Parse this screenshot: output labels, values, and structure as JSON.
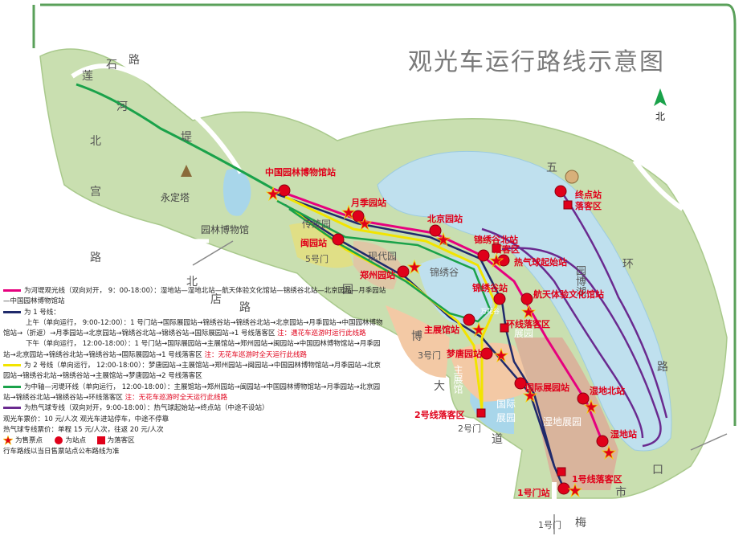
{
  "title": "观光车运行路线示意图",
  "north": "北",
  "colors": {
    "route_hedi": "#e6007e",
    "route_1": "#1f2a6b",
    "route_2": "#f2e400",
    "route_zhong": "#1aa24a",
    "route_balloon": "#6a2a8f",
    "stop_red": "#e0001a",
    "park_green": "#c9dfb0",
    "lake_blue": "#bfe0ee",
    "river_blue": "#a8d6ea",
    "border_green": "#5aa05a",
    "expo_orange": "#f3c9a5",
    "wetland": "#d9b49c"
  },
  "places": {
    "yongdingta": "永定塔",
    "yuanlin_bowuguan": "园林博物馆",
    "chuanyin": "传统园",
    "xiandai": "现代园",
    "jinxiugu": "锦绣谷",
    "yuanbohu": "园博湖",
    "zhanyuan": "展园",
    "zhuzhanguan": "主展馆",
    "guoji_zhanyuan": "国际展园",
    "shidi_zhanyuan": "湿地展园",
    "wan_hua": "万花谷",
    "gate1": "1号门",
    "gate2": "2号门",
    "gate3": "3号门",
    "gate5": "5号门"
  },
  "roads": {
    "lianshi_1": "莲",
    "lianshi_2": "石",
    "lianshi_3": "路",
    "hedi_1": "河",
    "hedi_2": "堤",
    "beigong_1": "北",
    "beigong_2": "宫",
    "beigong_3": "路",
    "wuhuan_1": "五",
    "wuhuan_2": "环",
    "wuhuan_3": "路",
    "beidian_1": "北",
    "beidian_2": "店",
    "beidian_3": "路",
    "yuan": "园",
    "bo_da_1": "博",
    "bo_da_2": "大",
    "bo_da_3": "道",
    "meishi_1": "梅",
    "meishi_2": "市",
    "meishi_3": "口"
  },
  "stops": {
    "s_museum": "中国园林博物馆站",
    "s_yueji": "月季园站",
    "s_beijing": "北京园站",
    "s_jxg_north": "锦绣谷北站",
    "s_drop_jxg": "落客区",
    "s_balloon_start": "热气球起始站",
    "s_min": "闽园站",
    "s_zhengzhou": "郑州园站",
    "s_jxg": "锦绣谷站",
    "s_hangtian": "航天体验文化馆站",
    "s_main_hall": "主展馆站",
    "s_ring_drop": "环线落客区",
    "s_mengtang": "梦唐园站",
    "s_guoji": "国际展园站",
    "s_wetland_north": "湿地北站",
    "s_wetland": "湿地站",
    "s_line2_drop": "2号线落客区",
    "s_line1_drop": "1号线落客区",
    "s_gate1": "1号门站",
    "s_terminal": "终点站",
    "s_terminal_drop": "落客区"
  },
  "legend": {
    "hedi": "为河堤观光线（双向对开，  9：00-18:00）：湿地站—湿地北站—航天体验文化馆站—锦绣谷北站—北京园站—月季园站",
    "hedi_cont": "—中国园林博物馆站",
    "line1": "为 1 号线：",
    "line1_am": "上午（单向运行，   9:00-12:00）：1 号门站→国际展园站→锦绣谷站→锦绣谷北站→北京园站→月季园站→中国园林博物",
    "line1_am_cont": "馆站→（折返）→月季园站→北京园站→锦绣谷北站→锦绣谷站→国际展园站→1 号线落客区",
    "line1_am_note": "注：遇花车巡游时运行此线路",
    "line1_pm": "下午（单向运行，   12:00-18:00）：1 号门站→国际展园站→主展馆站→郑州园站→闽园站→中国园林博物馆站→月季园",
    "line1_pm_cont": "站→北京园站→锦绣谷北站→锦绣谷站→国际展园站→1 号线落客区",
    "line1_pm_note": "注：无花车巡游时全天运行此线路",
    "line2": "为 2 号线（单向运行，   12:00-18:00）：梦唐园站→主展馆站→郑州园站→闽园站→中国园林博物馆站→月季园站→北京",
    "line2_cont": "园站→锦绣谷北站→锦绣谷站→主展馆站→梦唐园站→2 号线落客区",
    "zhong": "为中轴—河堤环线（单向运行，  12:00-18:00）：主展馆站→郑州园站→闽园站→中国园林博物馆站→月季园站→北京园",
    "zhong_cont": "站→锦绣谷北站→锦绣谷站→环线落客区",
    "zhong_note": "注：无花车巡游时全天运行此线路",
    "balloon": "为热气球专线（双向对开，9:00-18:00）：热气球起始站→终点站（中途不设站）",
    "fare1": "观光车票价：10 元/人次   观光车进站停车，中途不停靠",
    "fare2": "热气球专线票价：单程 15 元/人次，往返 20 元/人次",
    "sym_ticket": "为售票点",
    "sym_stop": "为站点",
    "sym_drop": "为落客区",
    "footer": "行车路线以当日售票站点公布路线为准"
  }
}
